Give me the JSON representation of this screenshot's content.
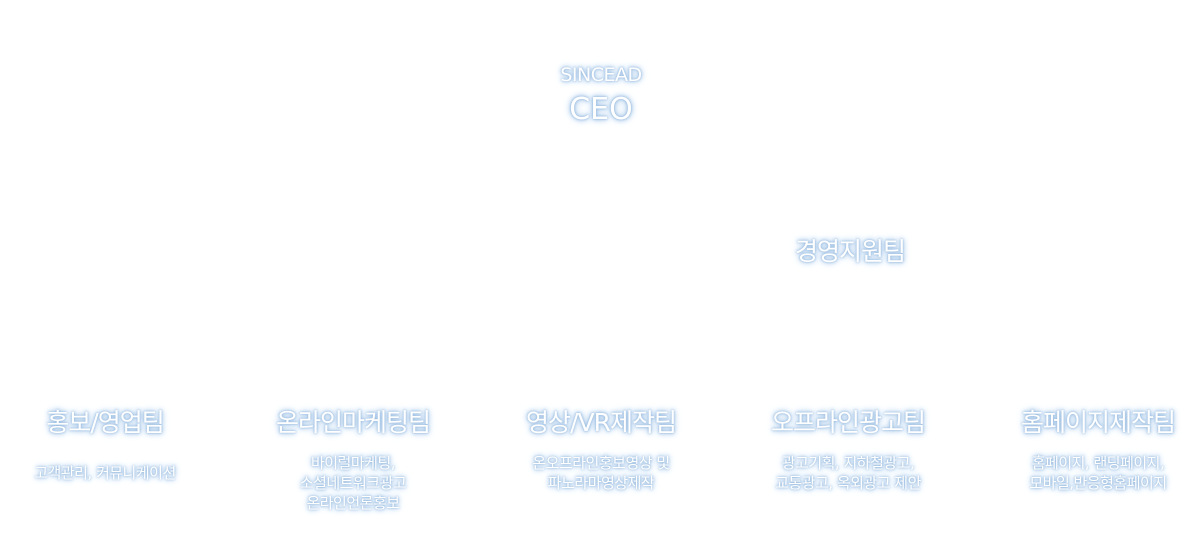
{
  "org": {
    "company": "SINCEAD",
    "ceo": "CEO",
    "support_team": "경영지원팀",
    "teams": [
      {
        "name": "홍보/영업팀",
        "desc": [
          "고객관리, 커뮤니케이션"
        ]
      },
      {
        "name": "온라인마케팅팀",
        "desc": [
          "바이럴마케팅,",
          "소셜네트워크광고",
          "온라인언론홍보"
        ]
      },
      {
        "name": "영상/VR제작팀",
        "desc": [
          "온오프라인홍보영상 및",
          "파노라마영상제작"
        ]
      },
      {
        "name": "오프라인광고팀",
        "desc": [
          "광고기획, 지하철광고,",
          "교통광고, 옥외광고 제안"
        ]
      },
      {
        "name": "홈페이지제작팀",
        "desc": [
          "홈페이지, 랜딩페이지,",
          "모바일,반응형홈페이지"
        ]
      }
    ]
  }
}
